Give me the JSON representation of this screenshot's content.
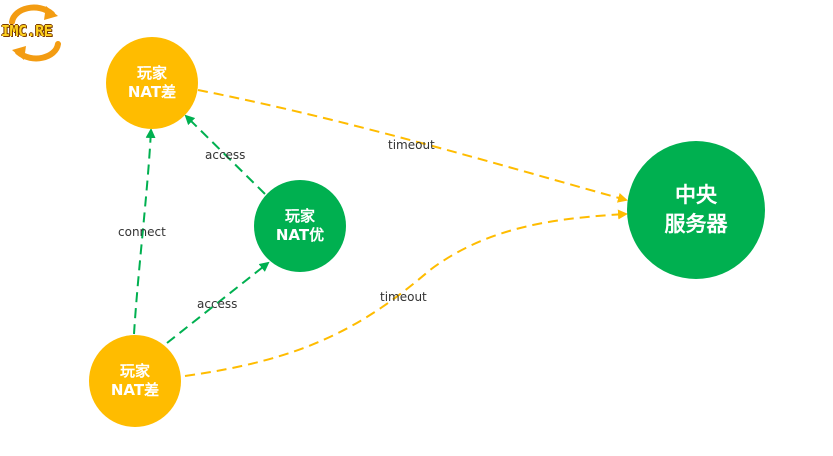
{
  "logo": {
    "text": "IMC.RE"
  },
  "colors": {
    "yellow": "#FFBC00",
    "green": "#00B050",
    "edge_yellow": "#FFBC00",
    "edge_green": "#00B050"
  },
  "nodes": {
    "top_player": {
      "line1": "玩家",
      "line2": "NAT差"
    },
    "middle_player": {
      "line1": "玩家",
      "line2": "NAT优"
    },
    "bottom_player": {
      "line1": "玩家",
      "line2": "NAT差"
    },
    "server": {
      "line1": "中央",
      "line2": "服务器"
    }
  },
  "edges": {
    "top_to_server": "timeout",
    "bottom_to_server": "timeout",
    "middle_to_top": "access",
    "bottom_to_middle": "access",
    "bottom_to_top": "connect"
  }
}
